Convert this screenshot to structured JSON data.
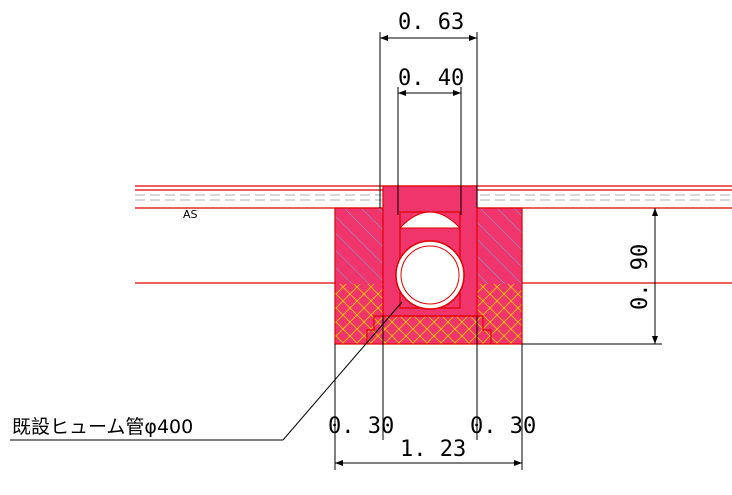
{
  "dimensions": {
    "top_outer": "0. 63",
    "top_inner": "0. 40",
    "height": "0. 90",
    "left_wall": "0. 30",
    "right_wall": "0. 30",
    "bottom_width": "1. 23"
  },
  "labels": {
    "surface_layer": "AS",
    "pipe_leader": "既設ヒューム管φ400"
  },
  "colors": {
    "pavement_line": "#e00000",
    "concrete_fill": "#f0356c",
    "hatch_blue": "#6fa8dc",
    "crosshatch_yellow": "#f2c400",
    "dimension_line": "#000000"
  }
}
